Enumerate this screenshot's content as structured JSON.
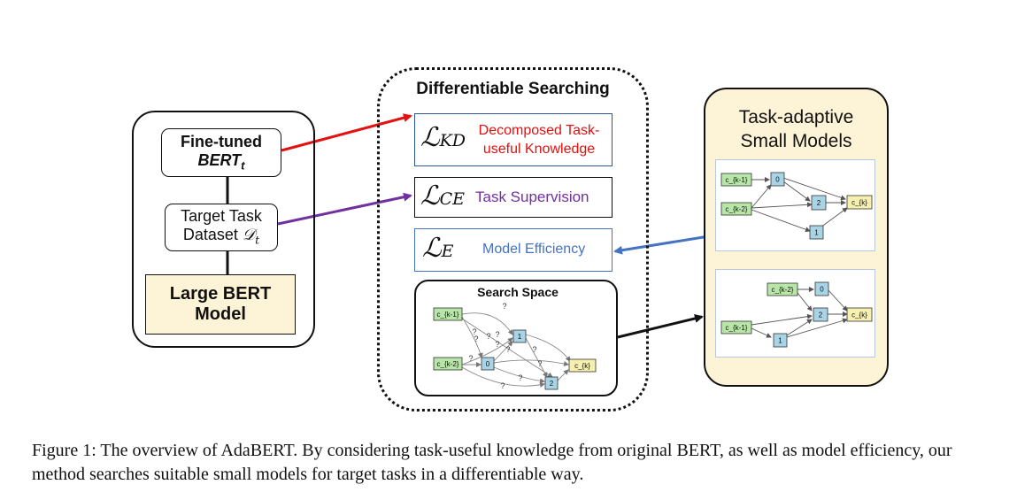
{
  "left_panel": {
    "finetuned_line1": "Fine-tuned",
    "finetuned_line2": "BERT",
    "finetuned_sub": "t",
    "dataset_line1": "Target Task",
    "dataset_line2": "Dataset ",
    "dataset_symbol": "𝒟",
    "dataset_sub": "t",
    "large_line1": "Large BERT",
    "large_line2": "Model"
  },
  "middle_panel": {
    "title": "Differentiable Searching",
    "kd_symbol": "ℒ",
    "kd_sub": "KD",
    "kd_text_line1": "Decomposed Task-",
    "kd_text_line2": "useful Knowledge",
    "ce_symbol": "ℒ",
    "ce_sub": "CE",
    "ce_text": "Task Supervision",
    "e_symbol": "ℒ",
    "e_sub": "E",
    "e_text": "Model Efficiency",
    "search_space_title": "Search Space"
  },
  "right_panel": {
    "title_line1": "Task-adaptive",
    "title_line2": "Small Models"
  },
  "graph_labels": {
    "ck1": "c_{k-1}",
    "ck2": "c_{k-2}",
    "ck": "c_{k}",
    "n0": "0",
    "n1": "1",
    "n2": "2",
    "q": "?"
  },
  "caption": "Figure 1: The overview of AdaBERT. By considering task-useful knowledge from original BERT, as well as model efficiency, our method searches suitable small models for target tasks in a differentiable way.",
  "colors": {
    "kd_red": "#e3110f",
    "ce_purple": "#7030a0",
    "e_blue": "#4472c4",
    "cream": "#fdf3d6",
    "green_node": "#b8e6a8",
    "blue_node": "#a8d4e6",
    "yellow_node": "#f6f0b0"
  }
}
